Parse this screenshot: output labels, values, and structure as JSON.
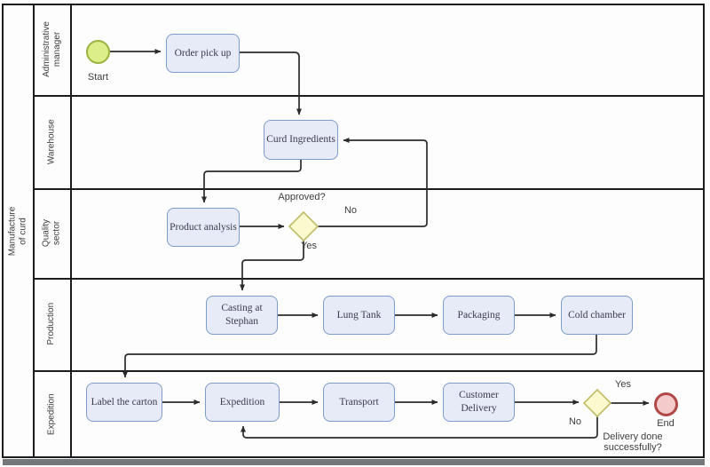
{
  "diagram": {
    "pool_title": "Manufacture of curd",
    "lanes": [
      {
        "label": "Administrative manager"
      },
      {
        "label": "Warehouse"
      },
      {
        "label": "Quality sector"
      },
      {
        "label": "Production"
      },
      {
        "label": "Expedition"
      }
    ],
    "nodes": {
      "start": {
        "label": "Start"
      },
      "order_pick_up": {
        "label": "Order pick up"
      },
      "curd_ingredients": {
        "label": "Curd Ingredients"
      },
      "product_analysis": {
        "label": "Product analysis"
      },
      "gateway_approved": {
        "label": "Approved?"
      },
      "casting_at_stephan": {
        "label": "Casting at Stephan"
      },
      "lung_tank": {
        "label": "Lung Tank"
      },
      "packaging": {
        "label": "Packaging"
      },
      "cold_chamber": {
        "label": "Cold chamber"
      },
      "label_the_carton": {
        "label": "Label the carton"
      },
      "expedition": {
        "label": "Expedition"
      },
      "transport": {
        "label": "Transport"
      },
      "customer_delivery": {
        "label": "Customer Delivery"
      },
      "gateway_delivery": {
        "label": "Delivery done successfully?"
      },
      "end": {
        "label": "End"
      }
    },
    "edge_labels": {
      "approved_no": "No",
      "approved_yes": "Yes",
      "delivery_no": "No",
      "delivery_yes": "Yes"
    },
    "colors": {
      "task_fill": "#e7ebf7",
      "task_border": "#7c9cc9",
      "gateway_fill": "#fbf9ce",
      "gateway_border": "#c2bd6a",
      "start_fill": "#dcee89",
      "start_border": "#98b23e",
      "end_fill": "#f5caca",
      "end_border": "#b04848",
      "line": "#2b2b2b",
      "bottom_bar": "#75787b"
    }
  }
}
